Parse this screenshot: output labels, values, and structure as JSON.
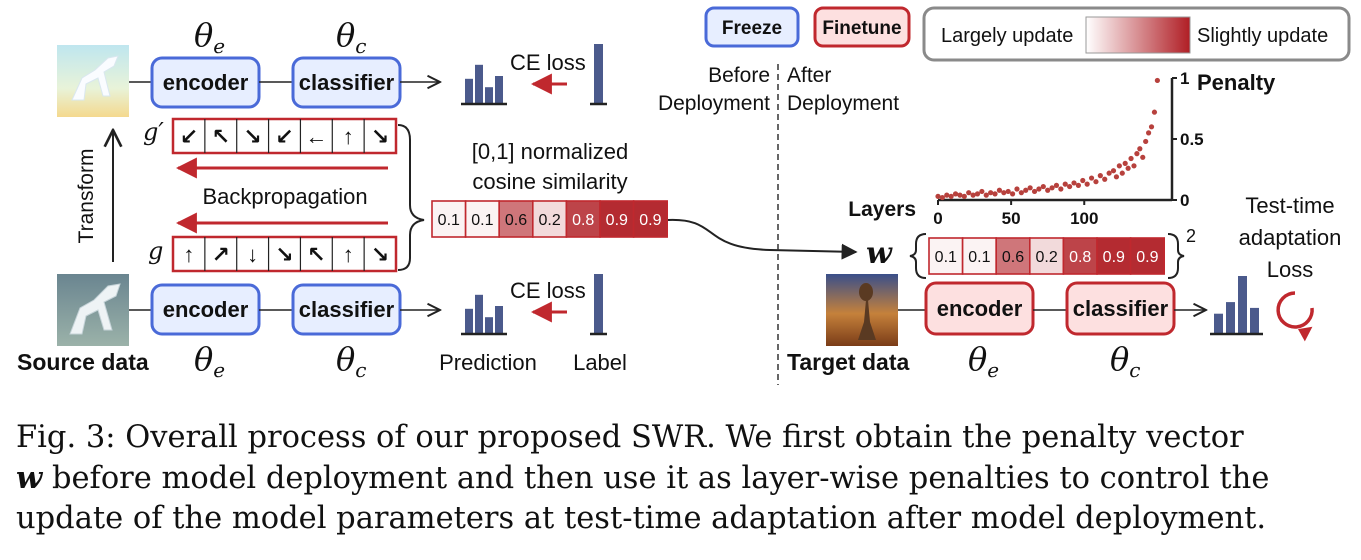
{
  "legend": {
    "freeze": "Freeze",
    "finetune": "Finetune",
    "largely": "Largely update",
    "slightly": "Slightly update"
  },
  "source": {
    "encoder": "encoder",
    "classifier": "classifier",
    "theta_e": "θ",
    "theta_c": "θ",
    "sub_e": "e",
    "sub_c": "c",
    "ce_loss_top": "CE loss",
    "ce_loss_bottom": "CE loss",
    "transform": "Transform",
    "backprop": "Backpropagation",
    "g_prime": "g′",
    "g": "g",
    "source_data": "Source data",
    "prediction": "Prediction",
    "label": "Label",
    "cos_line1": "[0,1] normalized",
    "cos_line2": "cosine similarity"
  },
  "deploy": {
    "before1": "Before",
    "before2": "Deployment",
    "after1": "After",
    "after2": "Deployment"
  },
  "target": {
    "encoder": "encoder",
    "classifier": "classifier",
    "target_data": "Target data",
    "w_symbol": "w",
    "exponent": "2",
    "tta1": "Test-time",
    "tta2": "adaptation",
    "tta3": "Loss"
  },
  "vector_values": [
    "0.1",
    "0.1",
    "0.6",
    "0.2",
    "0.8",
    "0.9",
    "0.9"
  ],
  "gradient_arrows": {
    "g_prime": [
      "↙",
      "↖",
      "↘",
      "↙",
      "←",
      "↑",
      "↘"
    ],
    "g": [
      "↑",
      "↗",
      "↓",
      "↘",
      "↖",
      "↑",
      "↘"
    ]
  },
  "colors": {
    "freeze_fill": "#e7eeff",
    "freeze_stroke": "#4a6ad8",
    "finetune_fill": "#fde0e0",
    "finetune_stroke": "#c0282e",
    "accent_red": "#c0282e",
    "bar_blue": "#4b5a8c",
    "scatter": "#b7413d"
  },
  "chart_data": {
    "type": "scatter",
    "title": "Penalty",
    "xlabel": "Layers",
    "ylabel": "",
    "xlim": [
      0,
      160
    ],
    "ylim": [
      0,
      1
    ],
    "x_ticks": [
      0,
      50,
      100
    ],
    "y_ticks": [
      0,
      0.5,
      1
    ],
    "x_tick_labels": [
      "0",
      "50",
      "100"
    ],
    "y_tick_labels": [
      "0",
      "0.5",
      "1"
    ],
    "series": [
      {
        "x": [
          0,
          3,
          6,
          9,
          12,
          15,
          18,
          21,
          24,
          27,
          30,
          33,
          36,
          39,
          42,
          45,
          48,
          51,
          54,
          57,
          60,
          63,
          66,
          69,
          72,
          75,
          78,
          81,
          84,
          87,
          90,
          93,
          96,
          99,
          102,
          105,
          108,
          111,
          114,
          117,
          120,
          122,
          124,
          126,
          128,
          130,
          132,
          134,
          136,
          138,
          140,
          142,
          144,
          146,
          148,
          150
        ],
        "y": [
          0.03,
          0.02,
          0.04,
          0.03,
          0.05,
          0.04,
          0.03,
          0.06,
          0.04,
          0.05,
          0.07,
          0.04,
          0.06,
          0.05,
          0.08,
          0.06,
          0.07,
          0.05,
          0.09,
          0.06,
          0.08,
          0.1,
          0.07,
          0.09,
          0.11,
          0.08,
          0.1,
          0.12,
          0.09,
          0.13,
          0.11,
          0.14,
          0.12,
          0.16,
          0.13,
          0.18,
          0.15,
          0.2,
          0.17,
          0.22,
          0.24,
          0.19,
          0.28,
          0.22,
          0.3,
          0.26,
          0.34,
          0.28,
          0.38,
          0.42,
          0.35,
          0.48,
          0.55,
          0.6,
          0.72,
          0.98
        ]
      }
    ]
  },
  "bars": {
    "prediction": [
      0.45,
      0.7,
      0.3,
      0.5
    ],
    "label": [
      1.0
    ],
    "target_prediction": [
      0.35,
      0.55,
      1.0,
      0.45
    ]
  },
  "caption": {
    "l1": "Fig. 3: Overall process of our proposed SWR. We first obtain the penalty vector",
    "w": "w",
    "l2": " before model deployment and then use it as layer-wise penalties to control the",
    "l3": "update of the model parameters at test-time adaptation after model deployment."
  }
}
